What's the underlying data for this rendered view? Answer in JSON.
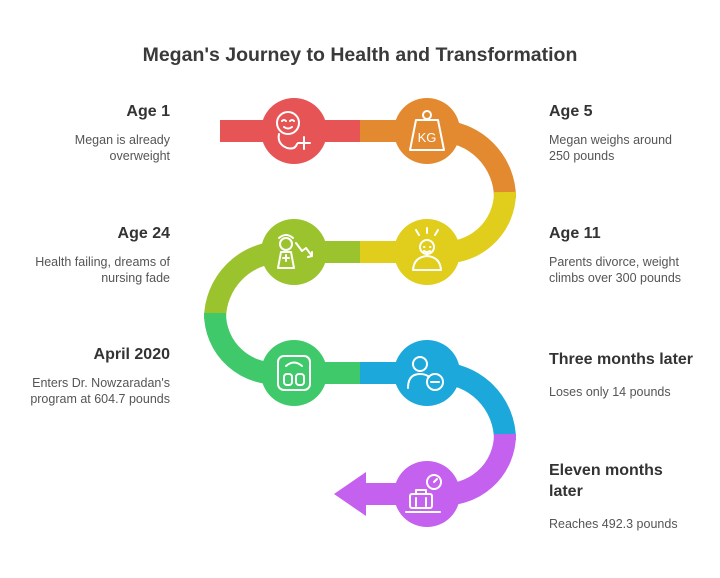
{
  "title": "Megan's Journey to Health and Transformation",
  "colors": {
    "red": "#e75456",
    "orange": "#e38a31",
    "yellow": "#e0cd1c",
    "lime": "#9bc32e",
    "green": "#3fc96b",
    "blue": "#1da8db",
    "purple": "#c461ee"
  },
  "events": [
    {
      "heading": "Age 1",
      "text": "Megan is already overweight",
      "icon": "baby-with-plus-icon"
    },
    {
      "heading": "Age 5",
      "text": "Megan weighs around 250 pounds",
      "icon": "kg-weight-icon",
      "icon_label": "KG"
    },
    {
      "heading": "Age 11",
      "text": "Parents divorce, weight climbs over 300 pounds",
      "icon": "stressed-person-icon"
    },
    {
      "heading": "Age 24",
      "text": "Health failing, dreams of nursing fade",
      "icon": "nurse-declining-icon"
    },
    {
      "heading": "April 2020",
      "text": "Enters Dr. Nowzaradan's program at 604.7 pounds",
      "icon": "bathroom-scale-icon"
    },
    {
      "heading": "Three months later",
      "text": "Loses only 14 pounds",
      "icon": "person-minus-icon"
    },
    {
      "heading": "Eleven months later",
      "text": "Reaches 492.3 pounds",
      "icon": "luggage-scale-icon"
    }
  ]
}
